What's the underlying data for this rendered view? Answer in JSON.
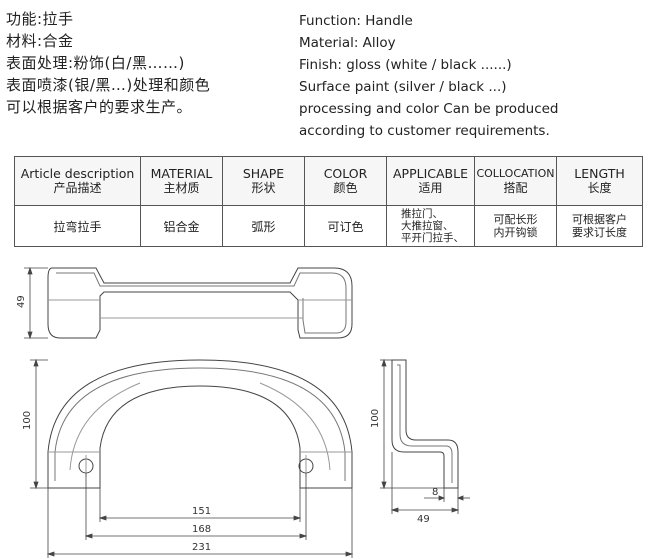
{
  "cn_spec": {
    "lines": [
      "功能:拉手",
      "材料:合金",
      "表面处理:粉饰(白/黑……)",
      "表面喷漆(银/黑…)处理和颜色",
      "可以根据客户的要求生产。"
    ]
  },
  "en_spec": {
    "lines": [
      "Function: Handle",
      "Material: Alloy",
      "Finish: gloss (white / black ......)",
      "Surface paint (silver / black ...)",
      "processing and color Can be produced",
      "according to customer requirements."
    ]
  },
  "table": {
    "headers": [
      {
        "en": "Article description",
        "cn": "产品描述"
      },
      {
        "en": "MATERIAL",
        "cn": "主材质"
      },
      {
        "en": "SHAPE",
        "cn": "形状"
      },
      {
        "en": "COLOR",
        "cn": "颜色"
      },
      {
        "en": "APPLICABLE",
        "cn": "适用"
      },
      {
        "en": "COLLOCATION",
        "cn": "搭配"
      },
      {
        "en": "LENGTH",
        "cn": "长度"
      }
    ],
    "row": {
      "description": "拉弯拉手",
      "material": "铝合金",
      "shape": "弧形",
      "color": "可订色",
      "applicable": [
        "推拉门、",
        "大推拉窗、",
        "平开门拉手、"
      ],
      "collocation": [
        "可配长形",
        "内开钩锁"
      ],
      "length": [
        "可根据客户",
        "要求订长度"
      ]
    }
  },
  "dimensions": {
    "top_height": "49",
    "front_height": "100",
    "inner_width": "151",
    "hole_spacing": "168",
    "overall_width": "231",
    "side_height": "100",
    "side_thickness": "8",
    "side_depth": "49"
  }
}
